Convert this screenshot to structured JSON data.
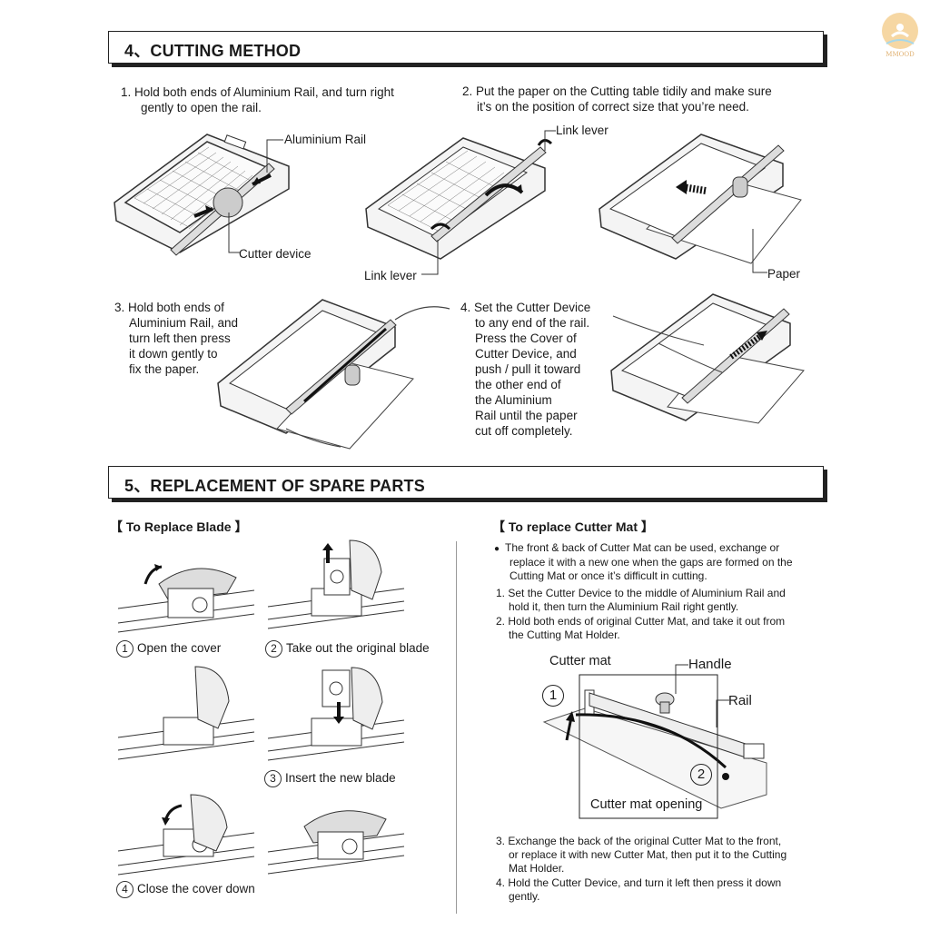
{
  "watermark": {
    "text": "MMOOD"
  },
  "section4": {
    "title": "4、CUTTING METHOD",
    "step1": {
      "line1": "1. Hold both ends of Aluminium Rail, and turn right",
      "line2": "gently to open the rail."
    },
    "step2": {
      "line1": "2. Put the paper on the Cutting table tidily and make sure",
      "line2": "it’s on the position of correct size that you’re need."
    },
    "step3": [
      "3. Hold both ends of",
      "Aluminium Rail, and",
      "turn left then press",
      "it down gently to",
      "fix the paper."
    ],
    "step4": [
      "4. Set the Cutter Device",
      "to any end of the rail.",
      "Press the Cover of",
      "Cutter Device, and",
      "push / pull it toward",
      "the other end of",
      "the Aluminium",
      "Rail until the paper",
      "cut off completely."
    ],
    "labels": {
      "aluminium_rail": "Aluminium Rail",
      "cutter_device": "Cutter device",
      "link_lever_top": "Link lever",
      "link_lever_bottom": "Link lever",
      "paper": "Paper"
    }
  },
  "section5": {
    "title": "5、REPLACEMENT OF SPARE PARTS",
    "blade": {
      "heading": "【 To Replace Blade 】",
      "steps": [
        {
          "num": "1",
          "text": "Open the cover"
        },
        {
          "num": "2",
          "text": "Take out the original blade"
        },
        {
          "num": "3",
          "text": "Insert the new blade"
        },
        {
          "num": "4",
          "text": "Close the cover down"
        }
      ]
    },
    "mat": {
      "heading": "【 To replace Cutter Mat 】",
      "bullet": [
        "The front & back of Cutter Mat can be used, exchange or",
        "replace it with a new one when the gaps are formed on the",
        "Cutting Mat or once it’s difficult in cutting."
      ],
      "step1": [
        "1. Set the Cutter Device to the middle of Aluminium Rail and",
        "hold it, then turn the Aluminium Rail right gently."
      ],
      "step2": [
        "2. Hold both ends of original Cutter Mat, and take it out from",
        "the Cutting Mat Holder."
      ],
      "step3": [
        "3. Exchange the back of the original Cutter Mat to the front,",
        "or replace it with new Cutter Mat, then put it to the Cutting",
        "Mat Holder."
      ],
      "step4": [
        "4. Hold the Cutter Device, and turn it left then press it down",
        "gently."
      ],
      "diagram": {
        "cutter_mat": "Cutter mat",
        "handle": "Handle",
        "rail": "Rail",
        "opening": "Cutter mat opening",
        "n1": "1",
        "n2": "2"
      }
    }
  }
}
